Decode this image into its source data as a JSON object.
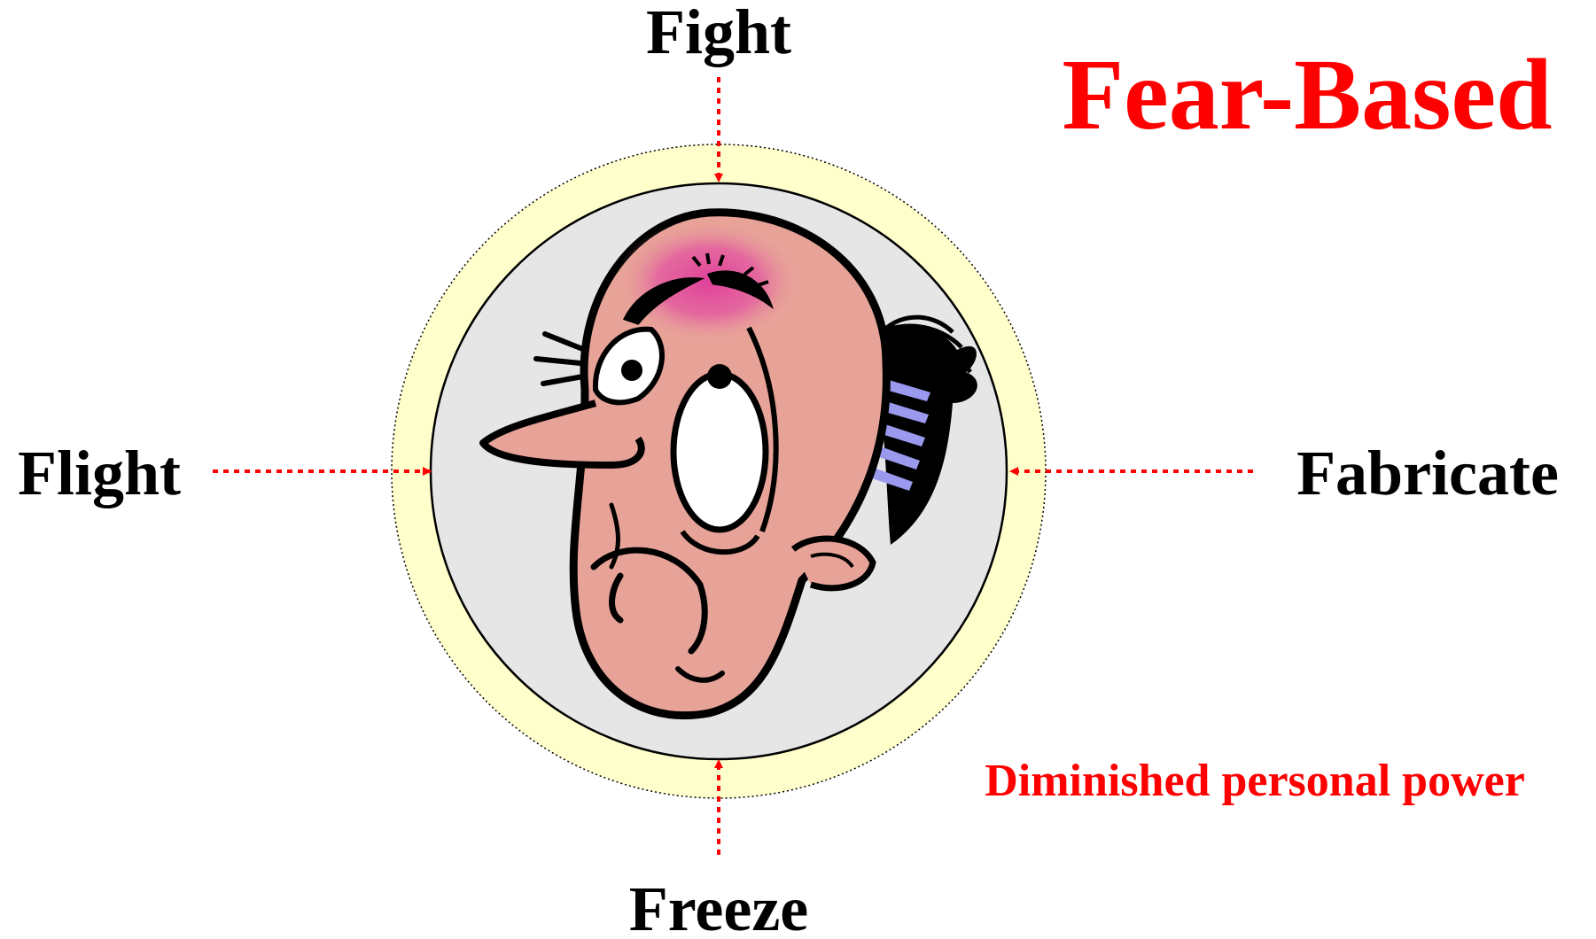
{
  "title": "Fear-Based",
  "labels": {
    "top": "Fight",
    "left": "Flight",
    "right": "Fabricate",
    "bottom": "Freeze"
  },
  "caption": "Diminished personal power",
  "colors": {
    "accent": "#ff0000",
    "outer_ring": "#ffffcc",
    "inner_disc": "#e6e6e6",
    "skin": "#e8a398",
    "blush": "#e0409a",
    "hair": "#000000",
    "hair_highlight": "#9999ee"
  },
  "figure": {
    "icon": "worried-face-icon"
  }
}
